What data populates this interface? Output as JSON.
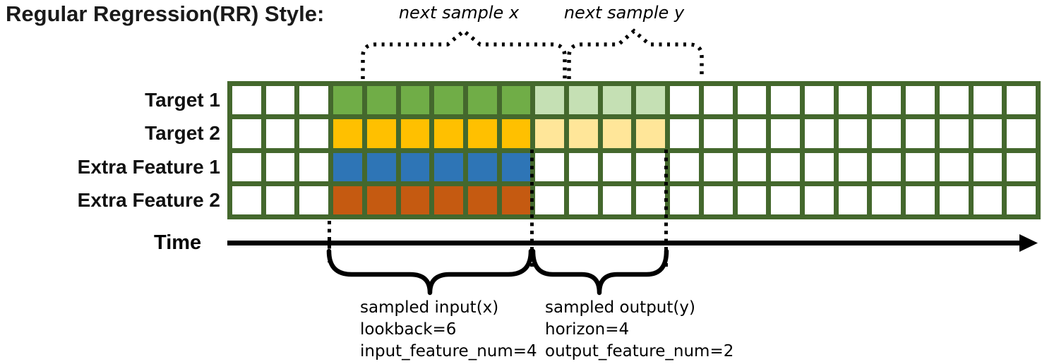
{
  "title": "Regular Regression(RR) Style:",
  "top_labels": {
    "next_sample_x": "next sample x",
    "next_sample_y": "next sample y"
  },
  "grid": {
    "layout": {
      "columns": 24,
      "input_start_col": 3,
      "lookback": 6,
      "horizon": 4
    },
    "rows": [
      {
        "label": "Target 1",
        "input_color": "#70AD47",
        "output_color": "#C5E0B4"
      },
      {
        "label": "Target 2",
        "input_color": "#FFC000",
        "output_color": "#FFE699"
      },
      {
        "label": "Extra Feature 1",
        "input_color": "#2E75B6",
        "output_color": null
      },
      {
        "label": "Extra Feature 2",
        "input_color": "#C55A11",
        "output_color": null
      }
    ]
  },
  "colors": {
    "grid_border": "#44682D",
    "cell_empty": "#FFFFFF",
    "annotation": "#000000"
  },
  "time_axis": {
    "label": "Time"
  },
  "annotations": {
    "input_lines": [
      "sampled input(x)",
      "lookback=6",
      "input_feature_num=4"
    ],
    "output_lines": [
      "sampled output(y)",
      "horizon=4",
      "output_feature_num=2"
    ]
  },
  "params": {
    "lookback": 6,
    "horizon": 4,
    "input_feature_num": 4,
    "output_feature_num": 2
  }
}
